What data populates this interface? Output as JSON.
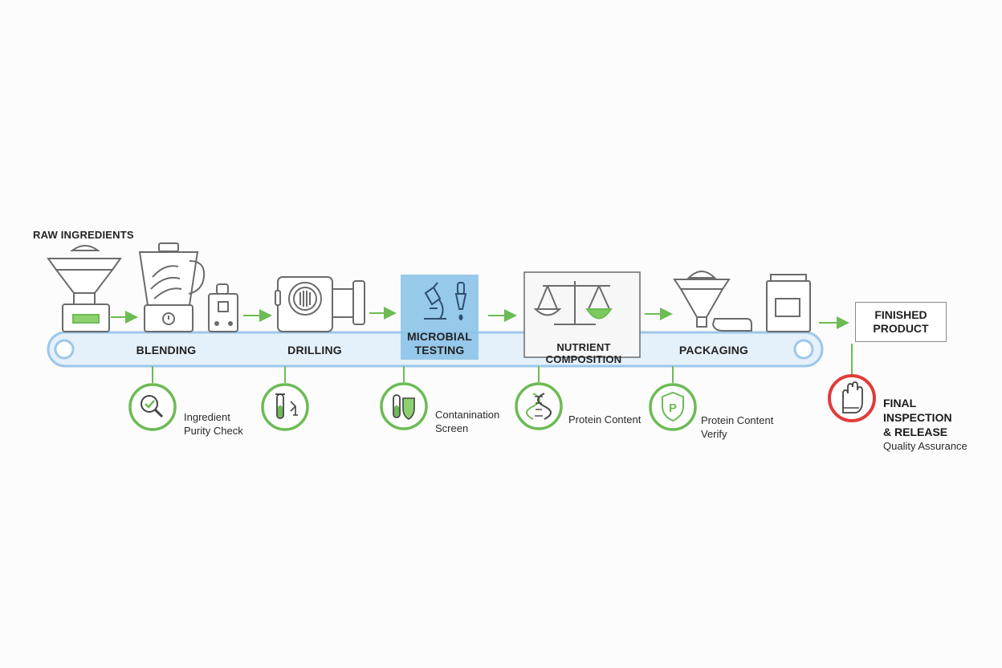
{
  "colors": {
    "accent_green": "#6cbb55",
    "belt_blue": "#9cc7ea",
    "highlight_blue": "#8cc3e8",
    "alert_red": "#e23b3b",
    "line_gray": "#6b6b6b"
  },
  "stages": {
    "raw_ingredients": "RAW INGREDIENTS",
    "blending": "BLENDING",
    "drilling": "DRILLING",
    "microbial_testing": [
      "MICROBIAL",
      "TESTING"
    ],
    "nutrient_composition": "NUTRIENT COMPOSITION",
    "packaging": "PACKAGING",
    "finished_product": [
      "FINISHED",
      "PRODUCT"
    ]
  },
  "checkpoints": {
    "purity": {
      "icon": "magnifier-check-icon",
      "lines": [
        "Ingredient",
        "Purity Check"
      ]
    },
    "sample": {
      "icon": "test-tube-icon",
      "lines": []
    },
    "contamination": {
      "icon": "shield-tube-icon",
      "lines": [
        "Contanination",
        "Screen"
      ]
    },
    "protein": {
      "icon": "dna-icon",
      "lines": [
        "Protein Content"
      ]
    },
    "verify": {
      "icon": "shield-p-icon",
      "lines": [
        "Protein Content",
        "Verify"
      ]
    }
  },
  "final": {
    "icon": "glove-hand-icon",
    "title_lines": [
      "FINAL",
      "INSPECTION",
      "& RELEASE"
    ],
    "subtitle": "Quality Assurance"
  }
}
